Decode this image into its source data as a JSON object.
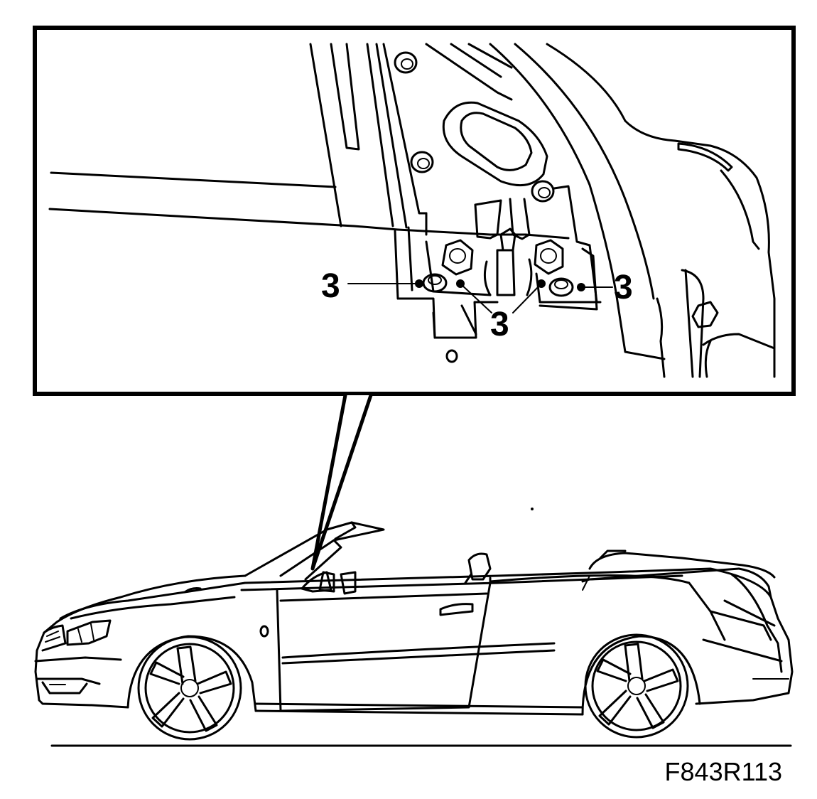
{
  "callouts": {
    "left": "3",
    "center": "3",
    "right": "3"
  },
  "figure_id": "F843R113"
}
